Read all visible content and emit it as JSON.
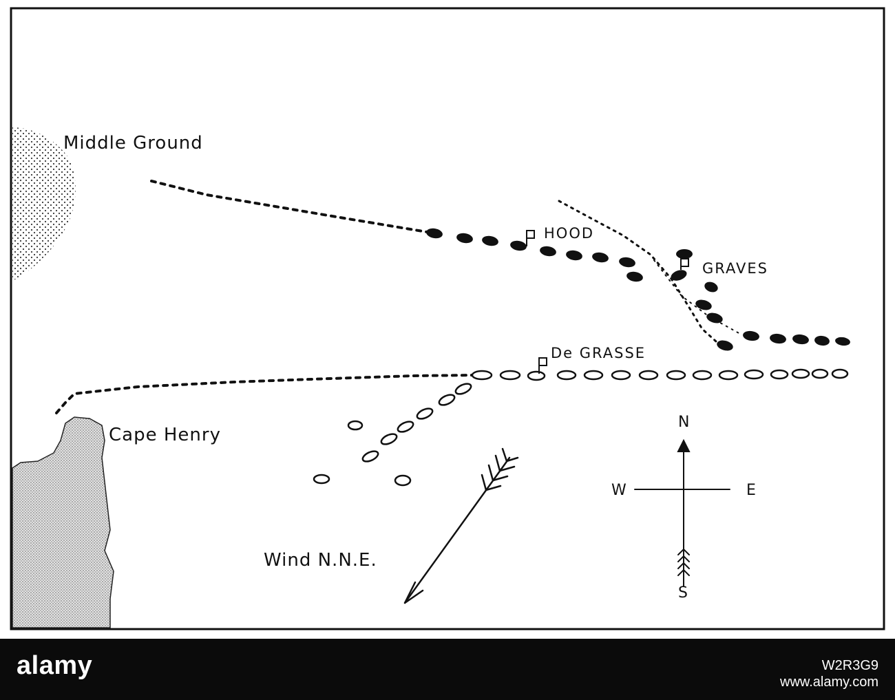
{
  "map": {
    "labels": {
      "middle_ground": "Middle Ground",
      "hood": "HOOD",
      "graves": "GRAVES",
      "degrasse": "De GRASSE",
      "cape_henry": "Cape Henry",
      "wind": "Wind N.N.E."
    },
    "compass": {
      "n": "N",
      "s": "S",
      "w": "W",
      "e": "E"
    },
    "colors": {
      "ink": "#111111",
      "shoal_dots": "#333333",
      "land_fill": "#dcdcdc",
      "background": "#ffffff"
    }
  },
  "footer": {
    "logo": "alamy",
    "watermark_id": "W2R3G9",
    "site": "www.alamy.com"
  }
}
